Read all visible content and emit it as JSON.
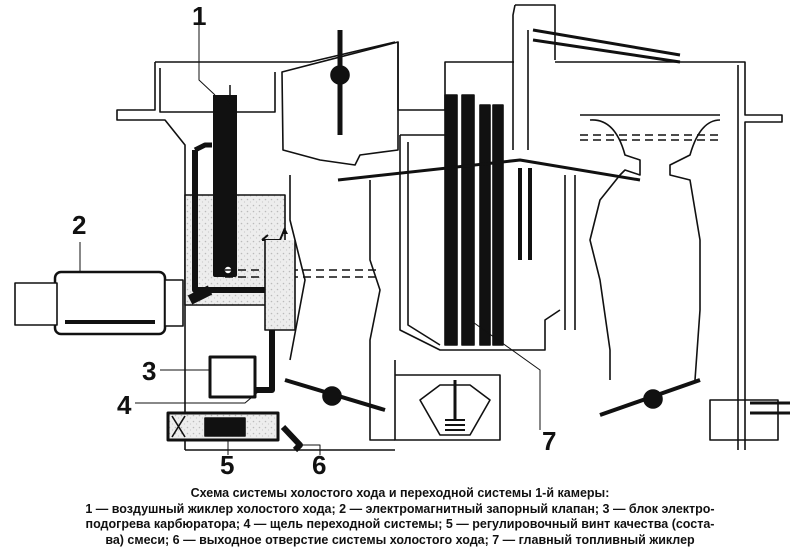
{
  "diagram": {
    "subject": "Carburetor idle and transition system, 1st chamber",
    "callouts": [
      {
        "number": "1",
        "meaning": "воздушный жиклер холостого хода"
      },
      {
        "number": "2",
        "meaning": "электромагнитный запорный клапан"
      },
      {
        "number": "3",
        "meaning": "блок электроподогрева карбюратора"
      },
      {
        "number": "4",
        "meaning": "щель переходной системы"
      },
      {
        "number": "5",
        "meaning": "регулировочный винт качества (состава) смеси"
      },
      {
        "number": "6",
        "meaning": "выходное отверстие системы холостого хода"
      },
      {
        "number": "7",
        "meaning": "главный топливный жиклер"
      }
    ]
  },
  "caption": {
    "title": "Схема системы холостого хода и переходной системы 1-й камеры:",
    "lines": [
      "1 — воздушный жиклер холостого хода; 2 — электромагнитный запорный клапан; 3 — блок электро-",
      "подогрева карбюратора; 4 — щель переходной системы; 5 — регулировочный винт качества (соста-",
      "ва) смеси; 6 — выходное отверстие системы холостого хода; 7 — главный топливный жиклер"
    ]
  },
  "colors": {
    "ink": "#111111",
    "stipple": "#d8d8d8",
    "background": "#ffffff"
  }
}
